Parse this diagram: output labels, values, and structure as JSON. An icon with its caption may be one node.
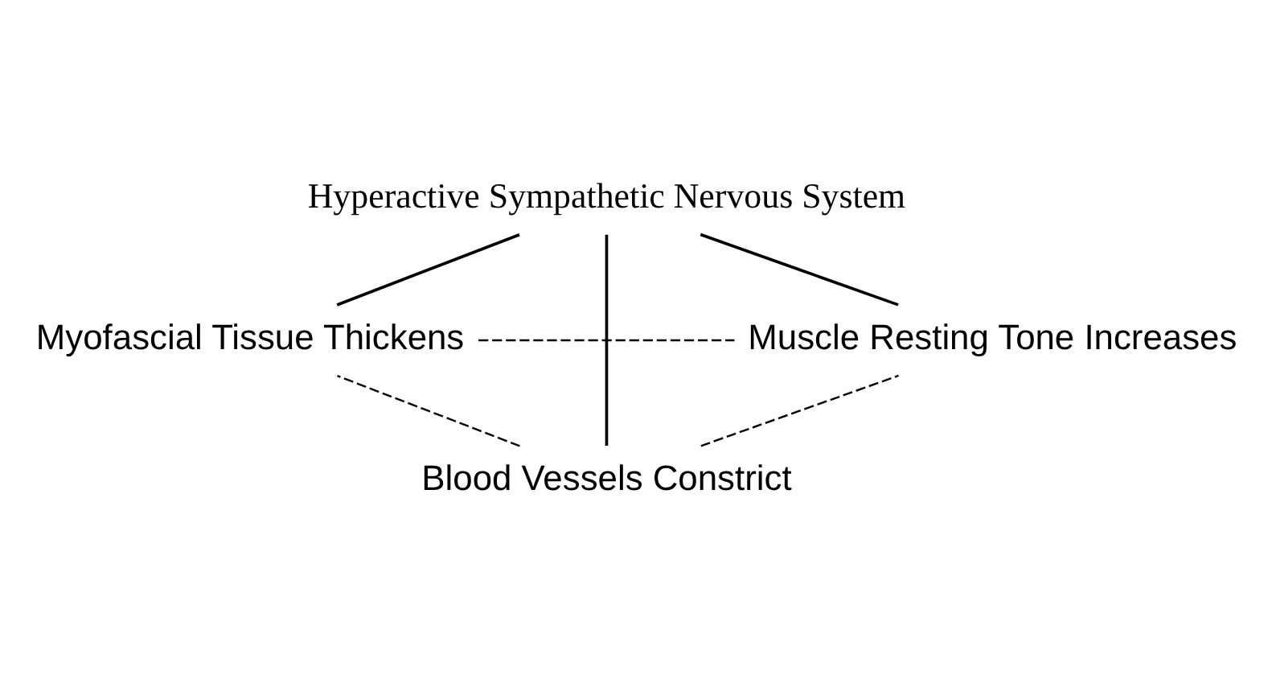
{
  "diagram": {
    "nodes": [
      {
        "text": [
          "Hyperactive Sympathetic Nervous System"
        ]
      },
      {
        "text": [
          "Myofascial Tissue Thickens"
        ]
      },
      {
        "text": [
          "Blood Vessels Constrict"
        ]
      },
      {
        "text": [
          "Muscle Resting Tone Increases"
        ]
      }
    ],
    "edges": [
      {
        "from": 0,
        "to": 1,
        "arrow": "none"
      },
      {
        "from": 0,
        "to": 2,
        "arrow": "none"
      },
      {
        "from": 0,
        "to": 3,
        "arrow": "none"
      },
      {
        "from": 1,
        "to": 3,
        "arrow": "none",
        "style": "dashed"
      },
      {
        "from": 2,
        "to": 1,
        "arrow": "none",
        "style": "dashed"
      },
      {
        "from": 2,
        "to": 3,
        "arrow": "none",
        "style": "dashed"
      }
    ]
  }
}
